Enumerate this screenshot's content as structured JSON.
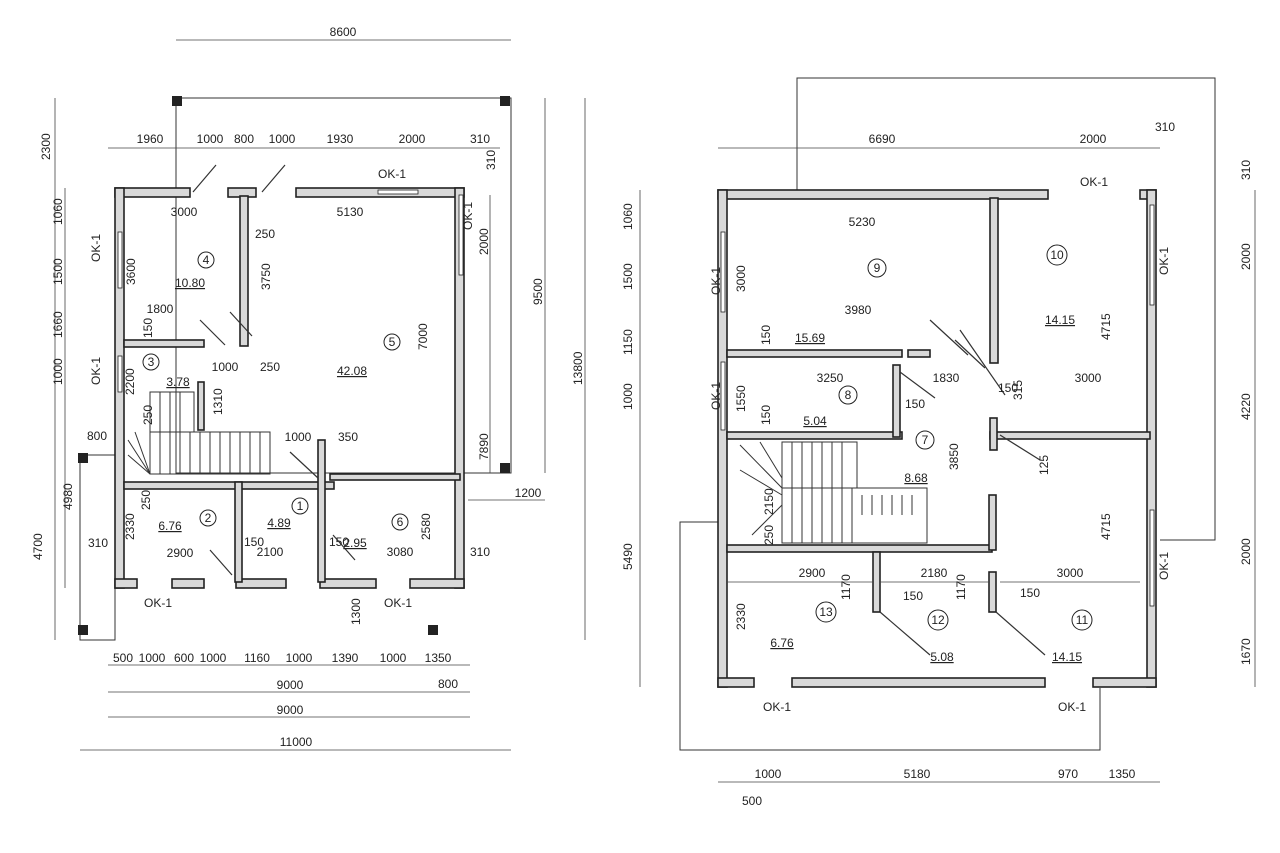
{
  "plan1": {
    "dims_top": [
      "8600",
      "1960",
      "1000",
      "800",
      "1000",
      "1930",
      "2000",
      "310",
      "310"
    ],
    "dims_left": [
      "2300",
      "1060",
      "1500",
      "1660",
      "1000",
      "800",
      "4980",
      "4700",
      "310"
    ],
    "dims_right": [
      "9500",
      "13800",
      "2000",
      "7890",
      "1200",
      "310"
    ],
    "dims_bottom": [
      "500",
      "1000",
      "600",
      "1000",
      "1160",
      "1000",
      "1390",
      "1000",
      "1350",
      "9000",
      "800",
      "9000",
      "11000"
    ],
    "inner": [
      "3000",
      "5130",
      "3600",
      "250",
      "3750",
      "1800",
      "150",
      "1000",
      "250",
      "7000",
      "2200",
      "250",
      "1310",
      "1000",
      "350",
      "250",
      "2330",
      "2900",
      "150",
      "2100",
      "150",
      "3080",
      "2580",
      "1300"
    ],
    "windows": [
      "OK-1",
      "OK-1",
      "OK-1",
      "OK-1",
      "OK-1",
      "OK-1"
    ],
    "rooms": [
      {
        "num": "1",
        "area": "4.89"
      },
      {
        "num": "2",
        "area": "6.76"
      },
      {
        "num": "3",
        "area": "3.78"
      },
      {
        "num": "4",
        "area": "10.80"
      },
      {
        "num": "5",
        "area": "42.08"
      },
      {
        "num": "6",
        "area": "2.95"
      }
    ]
  },
  "plan2": {
    "dims_top": [
      "6690",
      "2000",
      "310"
    ],
    "dims_left": [
      "1060",
      "1500",
      "1150",
      "1000",
      "5490"
    ],
    "dims_right": [
      "310",
      "2000",
      "4220",
      "2000",
      "1670"
    ],
    "dims_bottom": [
      "1000",
      "5180",
      "970",
      "1350",
      "500"
    ],
    "inner": [
      "5230",
      "3000",
      "3980",
      "150",
      "3250",
      "1830",
      "150",
      "315",
      "3000",
      "4715",
      "1550",
      "150",
      "150",
      "3850",
      "125",
      "2150",
      "250",
      "2900",
      "2180",
      "3000",
      "4715",
      "1170",
      "1170",
      "150",
      "150",
      "2330"
    ],
    "windows": [
      "OK-1",
      "OK-1",
      "OK-1",
      "OK-1",
      "OK-1",
      "OK-1",
      "OK-1"
    ],
    "rooms": [
      {
        "num": "7",
        "area": "8.68"
      },
      {
        "num": "8",
        "area": "5.04"
      },
      {
        "num": "9",
        "area": "15.69"
      },
      {
        "num": "10",
        "area": "14.15"
      },
      {
        "num": "11",
        "area": "14.15"
      },
      {
        "num": "12",
        "area": "5.08"
      },
      {
        "num": "13",
        "area": "6.76"
      }
    ]
  }
}
